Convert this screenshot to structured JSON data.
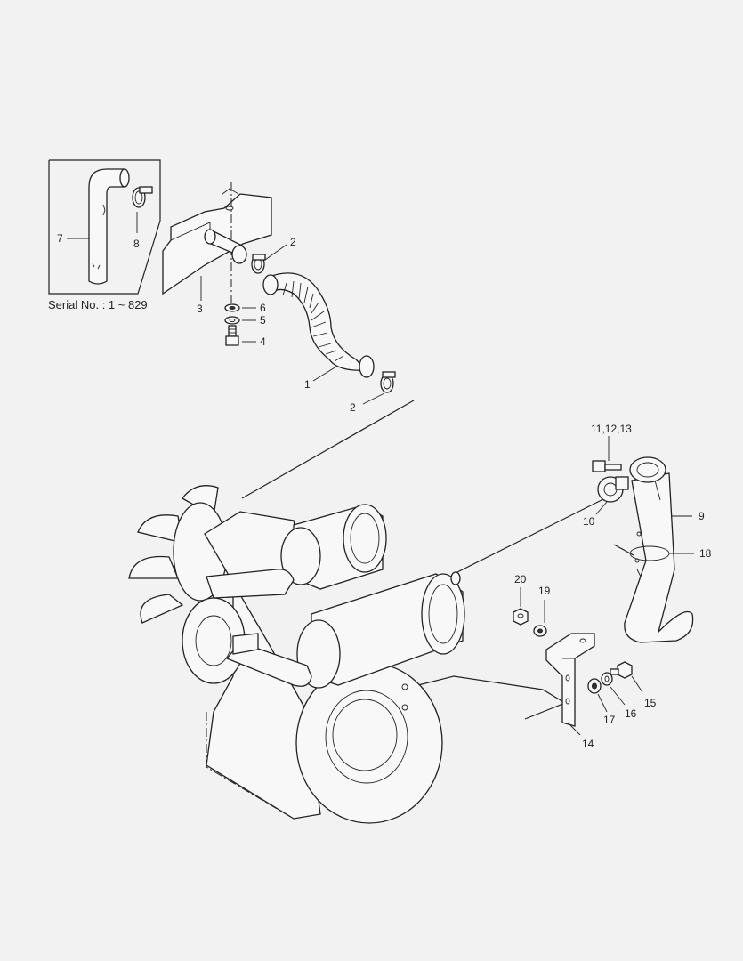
{
  "serial_note": "Serial No. : 1 ~ 829",
  "labels": {
    "p1": "1",
    "p2a": "2",
    "p2b": "2",
    "p3": "3",
    "p4": "4",
    "p5": "5",
    "p6": "6",
    "p7": "7",
    "p8": "8",
    "p9": "9",
    "p10": "10",
    "p11_13": "11,12,13",
    "p14": "14",
    "p15": "15",
    "p16": "16",
    "p17": "17",
    "p18": "18",
    "p19": "19",
    "p20": "20"
  },
  "colors": {
    "background": "#f2f2f2",
    "ink": "#222222"
  }
}
